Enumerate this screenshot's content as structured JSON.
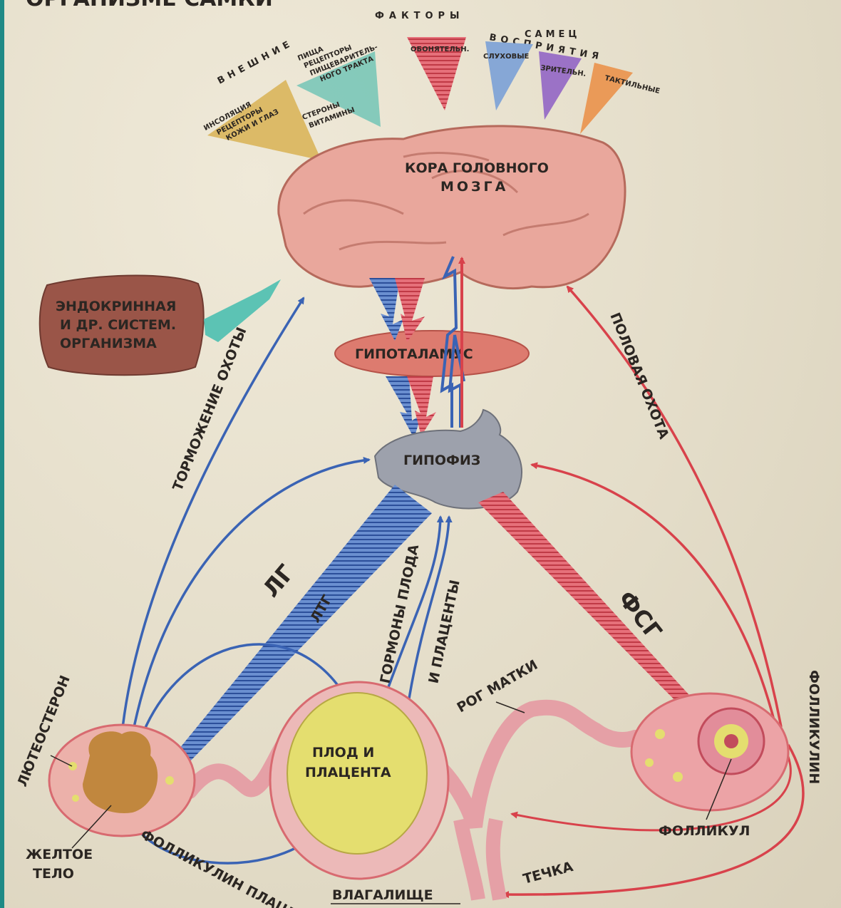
{
  "title_fragment": "ОРГАНИЗМЕ САМКИ",
  "factors_heading": "ФАКТОРЫ",
  "external_heading": "ВНЕШНИЕ",
  "male_heading": "САМЕЦ",
  "perception_heading": "ВОСПРИЯТИЯ",
  "external_factors": {
    "insolation": [
      "ИНСОЛЯЦИЯ",
      "РЕЦЕПТОРЫ",
      "КОЖИ И ГЛАЗ"
    ],
    "food": [
      "ПИЩА",
      "РЕЦЕПТОРЫ",
      "ПИЩЕВАРИТЕЛЬ-",
      "НОГО ТРАКТА"
    ],
    "sterols": [
      "СТЕРОНЫ",
      "ВИТАМИНЫ"
    ]
  },
  "perception_labels": [
    "ОБОНЯТЕЛЬН.",
    "СЛУХОВЫЕ",
    "ЗРИТЕЛЬН.",
    "ТАКТИЛЬНЫЕ"
  ],
  "brain_cortex": [
    "КОРА ГОЛОВНОГО",
    "МОЗГА"
  ],
  "endocrine": [
    "ЭНДОКРИННАЯ",
    "И ДР. СИСТЕМ.",
    "ОРГАНИЗМА"
  ],
  "hypothalamus": "ГИПОТАЛАМУС",
  "pituitary": "ГИПОФИЗ",
  "arrow_labels": {
    "inhibition": "ТОРМОЖЕНИЕ ОХОТЫ",
    "sexual_hunt": "ПОЛОВАЯ ОХОТА",
    "lg": "ЛГ",
    "ltg": "ЛТГ",
    "fsg": "ФСГ",
    "fetus_hormones_1": "ГОРМОНЫ ПЛОДА",
    "fetus_hormones_2": "И ПЛАЦЕНТЫ",
    "folliculin": "ФОЛЛИКУЛИН",
    "placenta_folliculin": "ФОЛЛИКУЛИН ПЛАЦЕНТЫ",
    "estrus": "ТЕЧКА"
  },
  "organ_labels": {
    "luteosterone": "ЛЮТЕОСТЕРОН",
    "corpus_luteum": [
      "ЖЕЛТОЕ",
      "ТЕЛО"
    ],
    "fetus_placenta": [
      "ПЛОД И",
      "ПЛАЦЕНТА"
    ],
    "uterine_horn": "РОГ МАТКИ",
    "follicle": "ФОЛЛИКУЛ",
    "vagina": "ВЛАГАЛИЩЕ"
  },
  "colors": {
    "red_arrow": "#d8424b",
    "blue_arrow": "#3a63b4",
    "brain": "#e9a79c",
    "pituitary": "#9da1ac",
    "hypothalamus": "#dd7b6f",
    "endocrine": "#9a5548",
    "placenta": "#e4de6f",
    "teal": "#5cc3b4"
  }
}
